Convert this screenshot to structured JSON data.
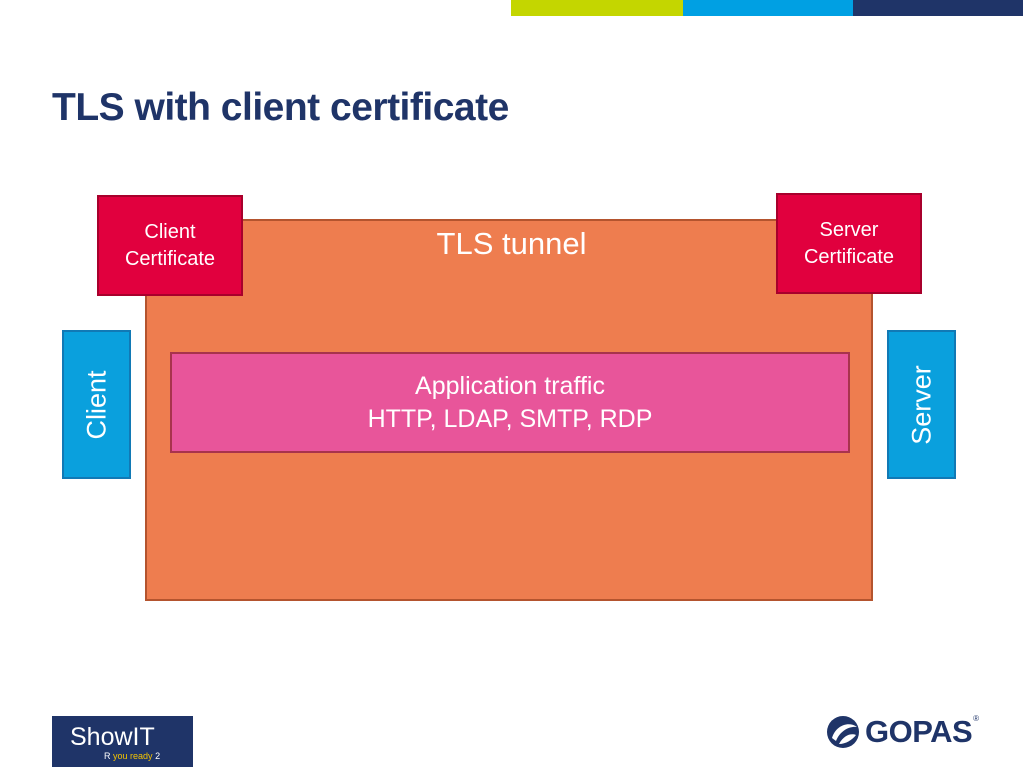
{
  "colors": {
    "title": "#1f3468",
    "bar_green": "#c4d600",
    "bar_cyan": "#00a0e3",
    "bar_navy": "#1f3468",
    "tunnel": "#ee7d4f",
    "app": "#e8559a",
    "certificate": "#e1003e",
    "endpoint": "#0aa0dd",
    "showit_bg": "#1f3468"
  },
  "slide": {
    "title": "TLS with client certificate"
  },
  "diagram": {
    "tunnel_label": "TLS tunnel",
    "app_traffic": {
      "line1": "Application traffic",
      "line2": "HTTP, LDAP, SMTP, RDP"
    },
    "client_certificate": {
      "line1": "Client",
      "line2": "Certificate"
    },
    "server_certificate": {
      "line1": "Server",
      "line2": "Certificate"
    },
    "client_label": "Client",
    "server_label": "Server"
  },
  "footer": {
    "showit": {
      "name": "ShowIT",
      "tag_r": "R",
      "tag_mid": "you ready",
      "tag_num": "2"
    },
    "gopas": {
      "name": "GOPAS",
      "reg": "®",
      "icon": "gopas-logo-icon"
    }
  }
}
